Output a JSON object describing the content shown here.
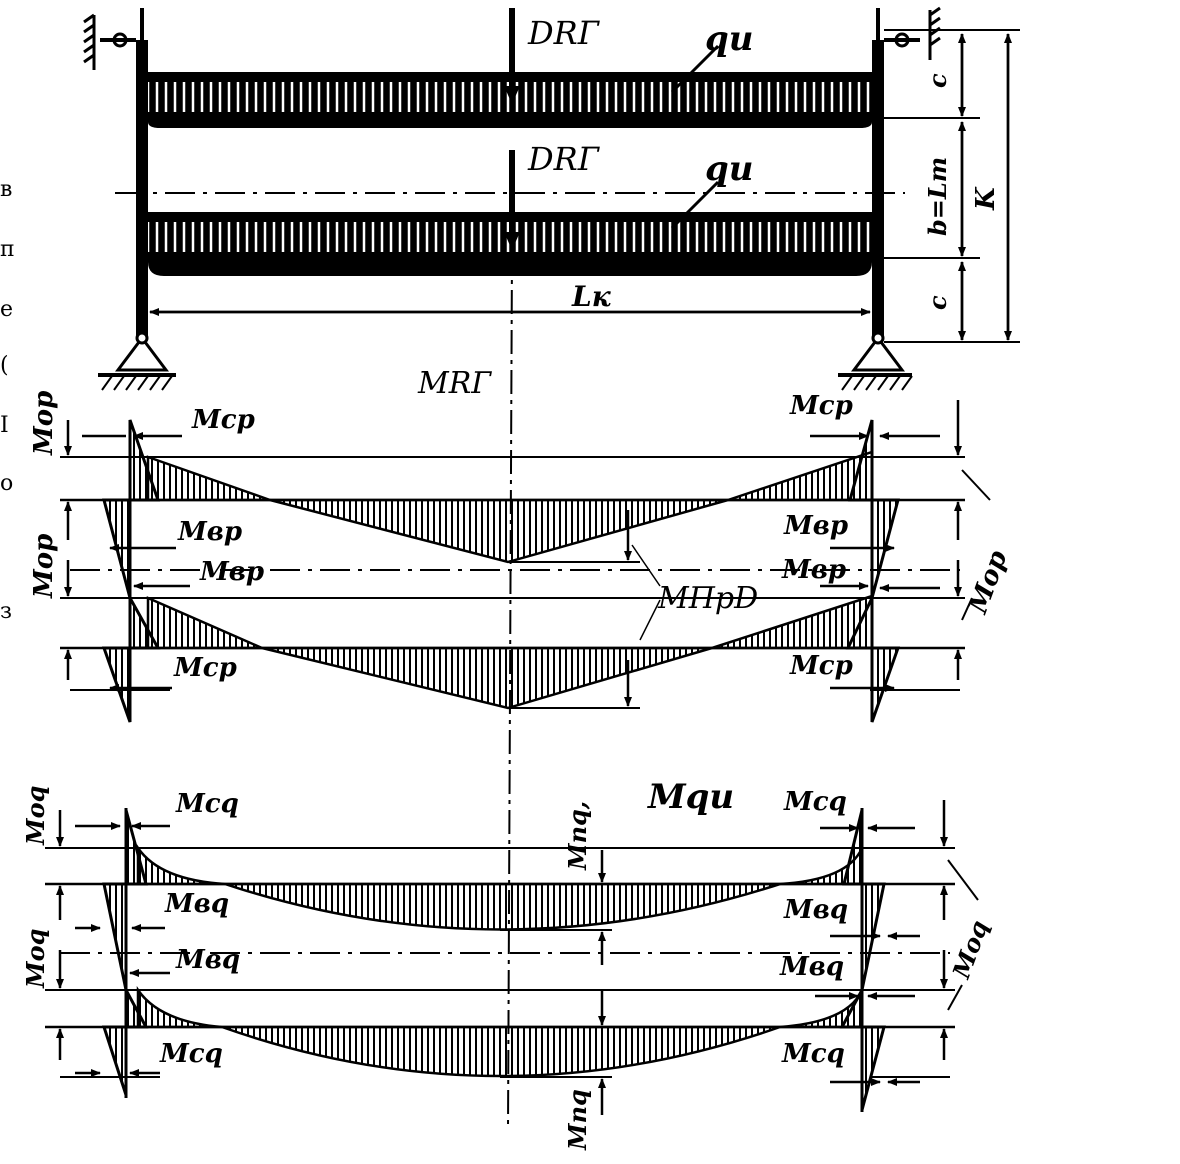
{
  "frame": {
    "load_label_top": "DRГ",
    "load_label_bottom": "DRГ",
    "dist_label_top": "qи",
    "dist_label_bottom": "qи",
    "span_label": "Lк",
    "dim_c_top": "c",
    "dim_b": "b=Lт",
    "dim_k": "K",
    "dim_c_bottom": "c"
  },
  "moment_crane": {
    "title": "MRГ",
    "mop_left_top": "Mop",
    "mop_left_bottom": "Mop",
    "mop_right": "Mop",
    "mcp_left_top": "Mcp",
    "mcp_left_bottom": "Mcp",
    "mcp_right_top": "Mcp",
    "mcp_right_bottom": "Mcp",
    "mbp_left_top": "Mвp",
    "mbp_left_bottom": "Mвp",
    "mbp_right_top": "Mвp",
    "mbp_right_bottom": "Mвp",
    "center_label": "MПрD"
  },
  "moment_dist": {
    "title": "Mqи",
    "moq_left_top": "Moq",
    "moq_left_bottom": "Moq",
    "moq_right": "Moq",
    "mcq_left_top": "Mcq",
    "mcq_left_bottom": "Mcq",
    "mcq_right_top": "Mcq",
    "mcq_right_bottom": "Mcq",
    "mbq_left_top": "Mвq",
    "mbq_left_bottom": "Mвq",
    "mbq_right_top": "Mвq",
    "mbq_right_bottom": "Mвq",
    "mpq_top": "Mпq,",
    "mpq_bottom": "Mпq"
  },
  "page_edge_fragments": [
    "в",
    "п",
    "е",
    "(",
    "I",
    "о",
    "з"
  ]
}
